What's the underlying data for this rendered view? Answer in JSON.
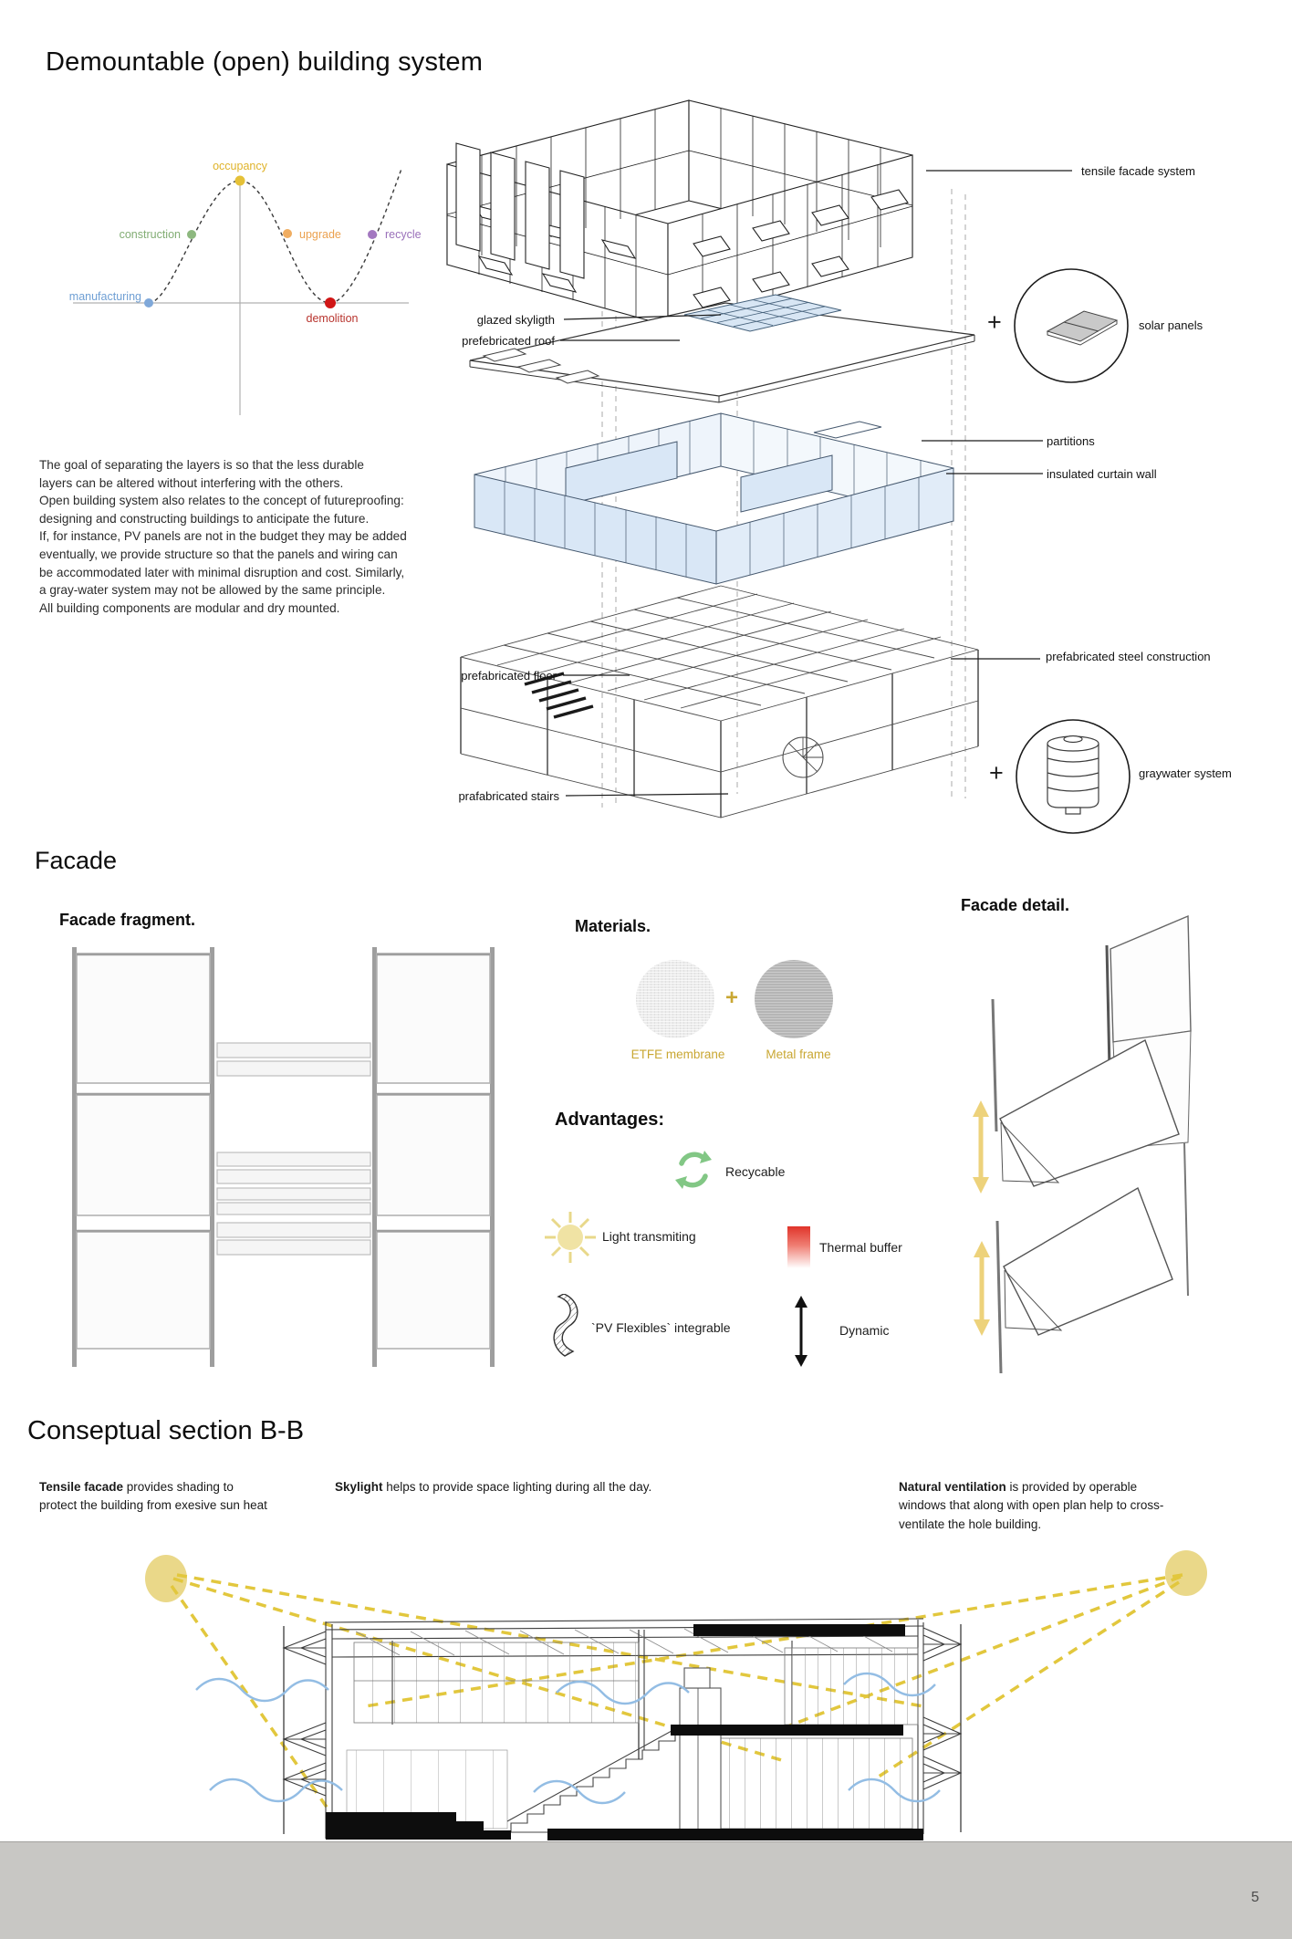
{
  "demountable": {
    "title": "Demountable (open) building system",
    "lifecycle": {
      "type": "line",
      "description": "building life-cycle curve (dashed sine wave over time axis)",
      "stages": [
        {
          "label": "manufacturing",
          "color": "#7fa8d9",
          "position": "baseline start"
        },
        {
          "label": "construction",
          "color": "#8db87f",
          "position": "rising slope"
        },
        {
          "label": "occupancy",
          "color": "#e5c138",
          "position": "peak"
        },
        {
          "label": "upgrade",
          "color": "#f0ad61",
          "position": "falling slope"
        },
        {
          "label": "demolition",
          "color": "#d01616",
          "position": "trough on baseline"
        },
        {
          "label": "recycle",
          "color": "#a378c0",
          "position": "second rising slope"
        }
      ]
    },
    "paragraph": "The goal of separating the layers is so that the less durable\nlayers can be altered without interfering with the others.\nOpen building system also relates to the concept of futureproofing:\ndesigning and constructing buildings to anticipate the future.\nIf, for instance, PV panels are not in the budget they may be added\neventually, we provide structure so that the panels and wiring can\nbe accommodated later with minimal disruption and cost. Similarly,\na gray-water system may not be allowed by the same principle.\nAll building components are modular and dry mounted.",
    "labels": {
      "tensile": "tensile facade system",
      "solar": "solar panels",
      "glazed": "glazed skyligth",
      "roof": "prefebricated roof",
      "partitions": "partitions",
      "curtain": "insulated curtain wall",
      "floor": "prefabricated floor",
      "steel": "prefabricated steel construction",
      "stairs": "prafabricated stairs",
      "graywater": "graywater system",
      "plus": "+"
    }
  },
  "facade": {
    "title": "Facade",
    "fragment_title": "Facade fragment.",
    "materials_title": "Materials.",
    "materials": {
      "plus": "+",
      "etfe": "ETFE membrane",
      "metal": "Metal frame"
    },
    "advantages_title": "Advantages:",
    "advantages": [
      {
        "icon": "recycle-icon",
        "label": "Recycable"
      },
      {
        "icon": "sun-icon",
        "label": "Light transmiting"
      },
      {
        "icon": "thermal-gradient-icon",
        "label": "Thermal buffer"
      },
      {
        "icon": "pv-flexible-icon",
        "label": "`PV Flexibles` integrable"
      },
      {
        "icon": "dynamic-arrow-icon",
        "label": "Dynamic"
      }
    ],
    "detail_title": "Facade detail."
  },
  "sectionBB": {
    "title": "Conseptual section B-B",
    "notes": [
      {
        "lead": "Tensile facade",
        "rest": " provides shading to protect the building from exesive sun heat"
      },
      {
        "lead": "Skylight",
        "rest": " helps to provide space lighting during all the day."
      },
      {
        "lead": "Natural ventilation",
        "rest": " is provided by operable windows that along with open plan help to cross-ventilate the hole building."
      }
    ]
  },
  "footer": {
    "page_number": "5"
  }
}
